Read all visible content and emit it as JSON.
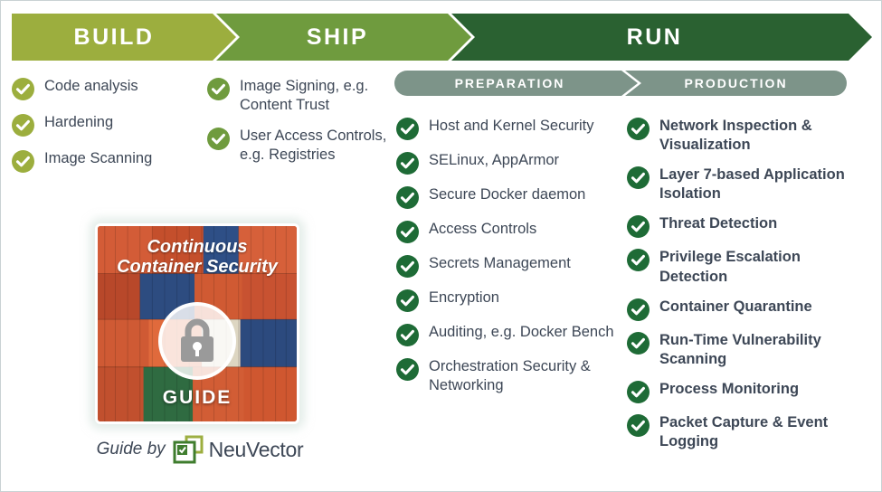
{
  "banner": {
    "stages": [
      {
        "label": "BUILD",
        "color": "#9cae3e"
      },
      {
        "label": "SHIP",
        "color": "#6f9b3e"
      },
      {
        "label": "RUN",
        "color": "#2a6131"
      }
    ]
  },
  "sub_banner": {
    "color": "#7d9489",
    "stages": [
      {
        "label": "PREPARATION"
      },
      {
        "label": "PRODUCTION"
      }
    ]
  },
  "columns": {
    "build": {
      "check_color": "#9cae3e",
      "items": [
        {
          "label": "Code analysis"
        },
        {
          "label": "Hardening"
        },
        {
          "label": "Image Scanning"
        }
      ]
    },
    "ship": {
      "check_color": "#6f9b3e",
      "items": [
        {
          "label": "Image Signing, e.g. Content Trust"
        },
        {
          "label": "User Access Controls, e.g. Registries"
        }
      ]
    },
    "preparation": {
      "check_color": "#1e6b36",
      "items": [
        {
          "label": "Host and Kernel Security"
        },
        {
          "label": "SELinux, AppArmor"
        },
        {
          "label": "Secure Docker daemon"
        },
        {
          "label": "Access Controls"
        },
        {
          "label": "Secrets Management"
        },
        {
          "label": "Encryption"
        },
        {
          "label": "Auditing, e.g. Docker Bench"
        },
        {
          "label": "Orchestration Security & Networking"
        }
      ]
    },
    "production": {
      "check_color": "#1e6b36",
      "items": [
        {
          "label": "Network Inspection & Visualization"
        },
        {
          "label": "Layer 7-based Application Isolation"
        },
        {
          "label": "Threat Detection"
        },
        {
          "label": "Privilege Escalation Detection"
        },
        {
          "label": "Container Quarantine"
        },
        {
          "label": "Run-Time Vulnerability Scanning"
        },
        {
          "label": "Process Monitoring"
        },
        {
          "label": "Packet Capture & Event Logging"
        }
      ]
    }
  },
  "guide": {
    "cover_title": "Continuous Container Security",
    "cover_label": "GUIDE",
    "cover_icon": "padlock-icon",
    "caption_prefix": "Guide by",
    "brand": "NeuVector",
    "brand_mark_colors": {
      "front": "#3f7d2e",
      "back": "#9cae3e"
    }
  },
  "text_color": "#3d4756"
}
